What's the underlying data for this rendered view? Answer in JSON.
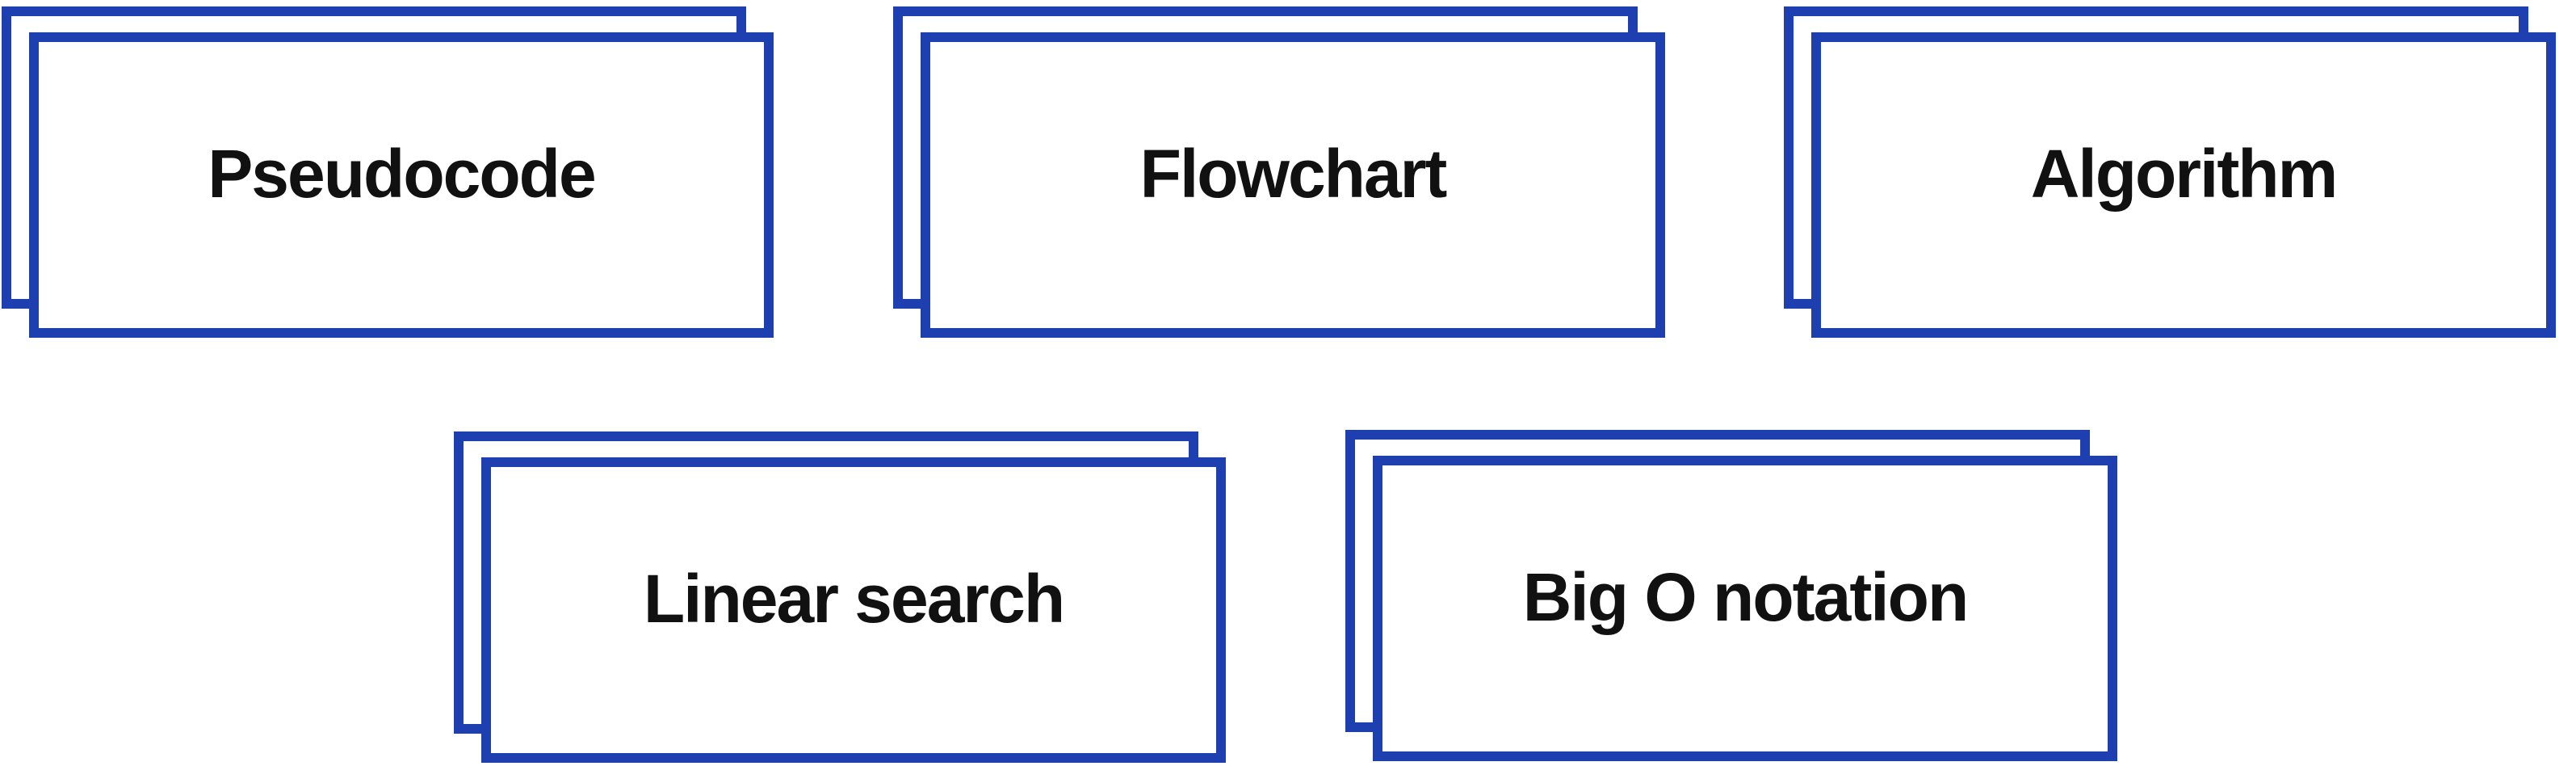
{
  "colors": {
    "card_border": "#1d3fb0",
    "label_text": "#111111",
    "background": "#ffffff"
  },
  "cards": [
    {
      "label": "Pseudocode"
    },
    {
      "label": "Flowchart"
    },
    {
      "label": "Algorithm"
    },
    {
      "label": "Linear search"
    },
    {
      "label": "Big O notation"
    }
  ]
}
